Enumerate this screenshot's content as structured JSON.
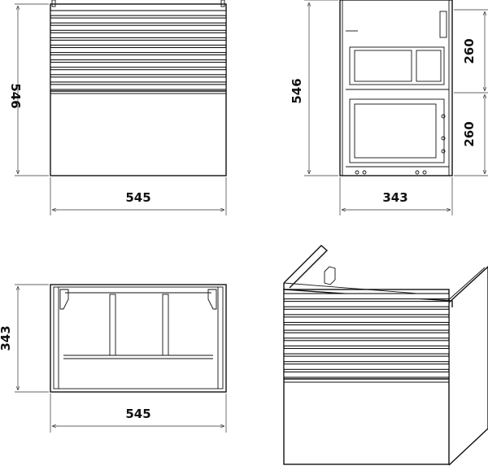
{
  "views": {
    "front": {
      "width_label": "545",
      "height_label": "546"
    },
    "side": {
      "depth_label": "343",
      "height_label": "546",
      "upper_drawer_label": "260",
      "lower_drawer_label": "260"
    },
    "top": {
      "width_label": "545",
      "depth_label": "343"
    },
    "iso": {}
  },
  "colors": {
    "line": "#111111",
    "background": "#ffffff"
  }
}
